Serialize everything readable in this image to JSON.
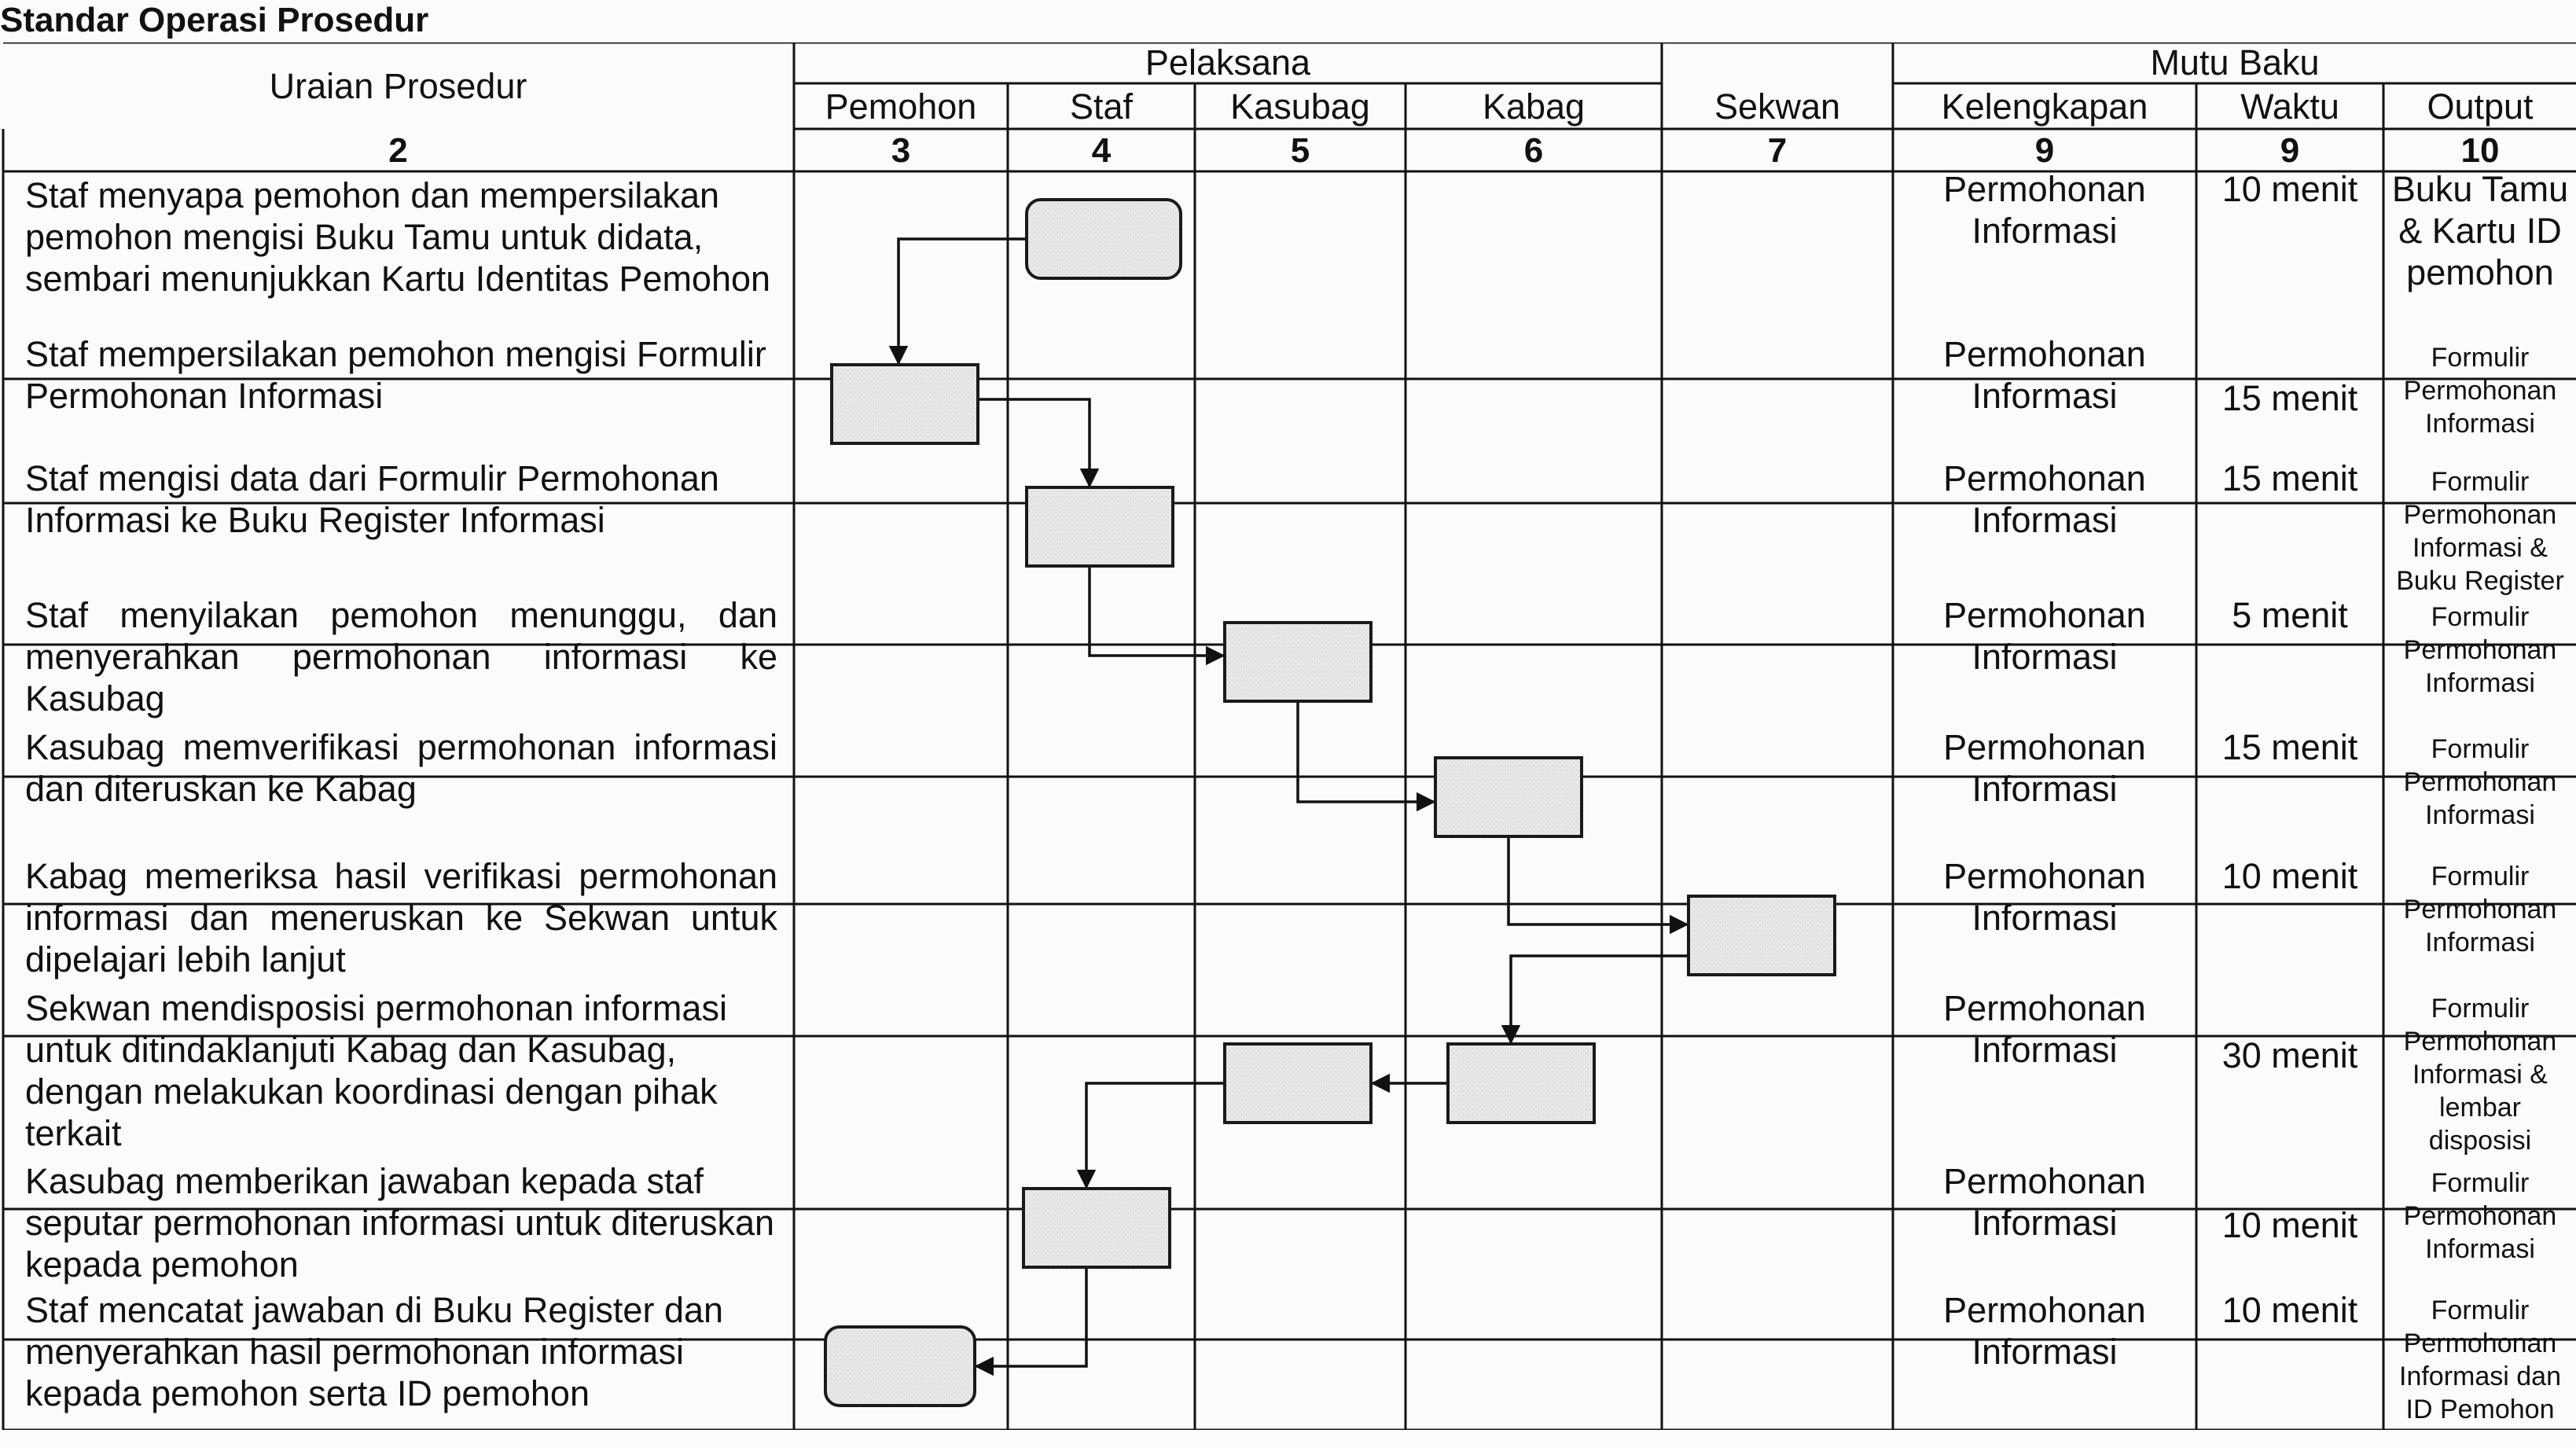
{
  "title": "Standar Operasi Prosedur",
  "header": {
    "uraian": "Uraian Prosedur",
    "pelaksana": "Pelaksana",
    "mutu_baku": "Mutu Baku",
    "columns": {
      "pemohon": "Pemohon",
      "staf": "Staf",
      "kasubag": "Kasubag",
      "kabag": "Kabag",
      "sekwan": "Sekwan",
      "kelengkapan": "Kelengkapan",
      "waktu": "Waktu",
      "output": "Output"
    },
    "numbers": [
      "2",
      "3",
      "4",
      "5",
      "6",
      "7",
      "9",
      "9",
      "10"
    ]
  },
  "rows": [
    {
      "uraian": "Staf menyapa pemohon dan mempersilakan pemohon mengisi Buku Tamu untuk didata, sembari menunjukkan Kartu Identitas Pemohon",
      "kelengkapan": "Permohonan\nInformasi",
      "waktu": "10 menit",
      "output": "Buku Tamu\n& Kartu ID\npemohon"
    },
    {
      "uraian": "Staf mempersilakan pemohon mengisi Formulir Permohonan Informasi",
      "kelengkapan": "Permohonan\nInformasi",
      "waktu": "15 menit",
      "output": "Formulir\nPermohonan\nInformasi"
    },
    {
      "uraian": "Staf mengisi data dari Formulir Permohonan Informasi ke Buku Register Informasi",
      "kelengkapan": "Permohonan\nInformasi",
      "waktu": "15 menit",
      "output": "Formulir\nPermohonan\nInformasi &\nBuku Register"
    },
    {
      "uraian": "Staf menyilakan pemohon menunggu, dan menyerahkan permohonan informasi ke Kasubag",
      "kelengkapan": "Permohonan\nInformasi",
      "waktu": "5 menit",
      "output": "Formulir\nPermohonan\nInformasi"
    },
    {
      "uraian": "Kasubag memverifikasi permohonan informasi dan diteruskan ke Kabag",
      "kelengkapan": "Permohonan\nInformasi",
      "waktu": "15 menit",
      "output": "Formulir\nPermohonan\nInformasi"
    },
    {
      "uraian": "Kabag memeriksa hasil verifikasi permohonan informasi dan meneruskan ke Sekwan untuk dipelajari lebih lanjut",
      "kelengkapan": "Permohonan\nInformasi",
      "waktu": "10 menit",
      "output": "Formulir\nPermohonan\nInformasi"
    },
    {
      "uraian": "Sekwan mendisposisi permohonan informasi untuk ditindaklanjuti Kabag dan Kasubag, dengan melakukan koordinasi dengan pihak terkait",
      "kelengkapan": "Permohonan\nInformasi",
      "waktu": "30 menit",
      "output": "Formulir\nPermohonan\nInformasi &\nlembar\ndisposisi"
    },
    {
      "uraian": "Kasubag memberikan jawaban kepada staf seputar permohonan informasi untuk diteruskan kepada pemohon",
      "kelengkapan": "Permohonan\nInformasi",
      "waktu": "10 menit",
      "output": "Formulir\nPermohonan\nInformasi"
    },
    {
      "uraian": "Staf mencatat jawaban di Buku Register dan menyerahkan hasil permohonan informasi kepada pemohon serta ID pemohon",
      "kelengkapan": "Permohonan\nInformasi",
      "waktu": "10 menit",
      "output": "Formulir\nPermohonan\nInformasi dan\nID Pemohon"
    }
  ],
  "colors": {
    "line": "#111111",
    "box_fill": "#e6e6e6",
    "box_stroke": "#1a1a1a"
  }
}
